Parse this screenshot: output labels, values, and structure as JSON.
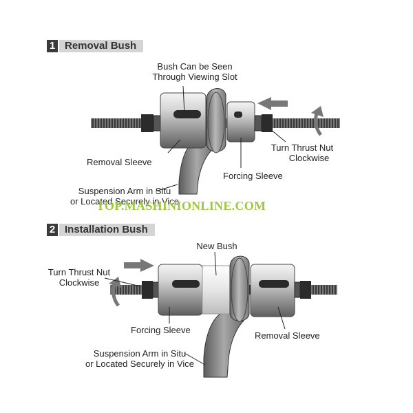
{
  "section1": {
    "number": "1",
    "title": "Removal Bush",
    "labels": {
      "viewing_slot_line1": "Bush Can be Seen",
      "viewing_slot_line2": "Through Viewing Slot",
      "removal_sleeve": "Removal Sleeve",
      "forcing_sleeve": "Forcing Sleeve",
      "thrust_nut_line1": "Turn Thrust Nut",
      "thrust_nut_line2": "Clockwise",
      "suspension_line1": "Suspension Arm in Situ",
      "suspension_line2": "or Located Securely in Vice"
    }
  },
  "section2": {
    "number": "2",
    "title": "Installation Bush",
    "labels": {
      "new_bush": "New Bush",
      "thrust_nut_line1": "Turn Thrust Nut",
      "thrust_nut_line2": "Clockwise",
      "forcing_sleeve": "Forcing Sleeve",
      "removal_sleeve": "Removal Sleeve",
      "suspension_line1": "Suspension Arm in Situ",
      "suspension_line2": "or Located Securely in Vice"
    }
  },
  "watermark": "TOP.MASHINIONLINE.COM",
  "colors": {
    "header_number_bg": "#3a3a3a",
    "header_title_bg": "#d4d4d4",
    "watermark": "#9bc93a",
    "arrow": "#777777"
  }
}
